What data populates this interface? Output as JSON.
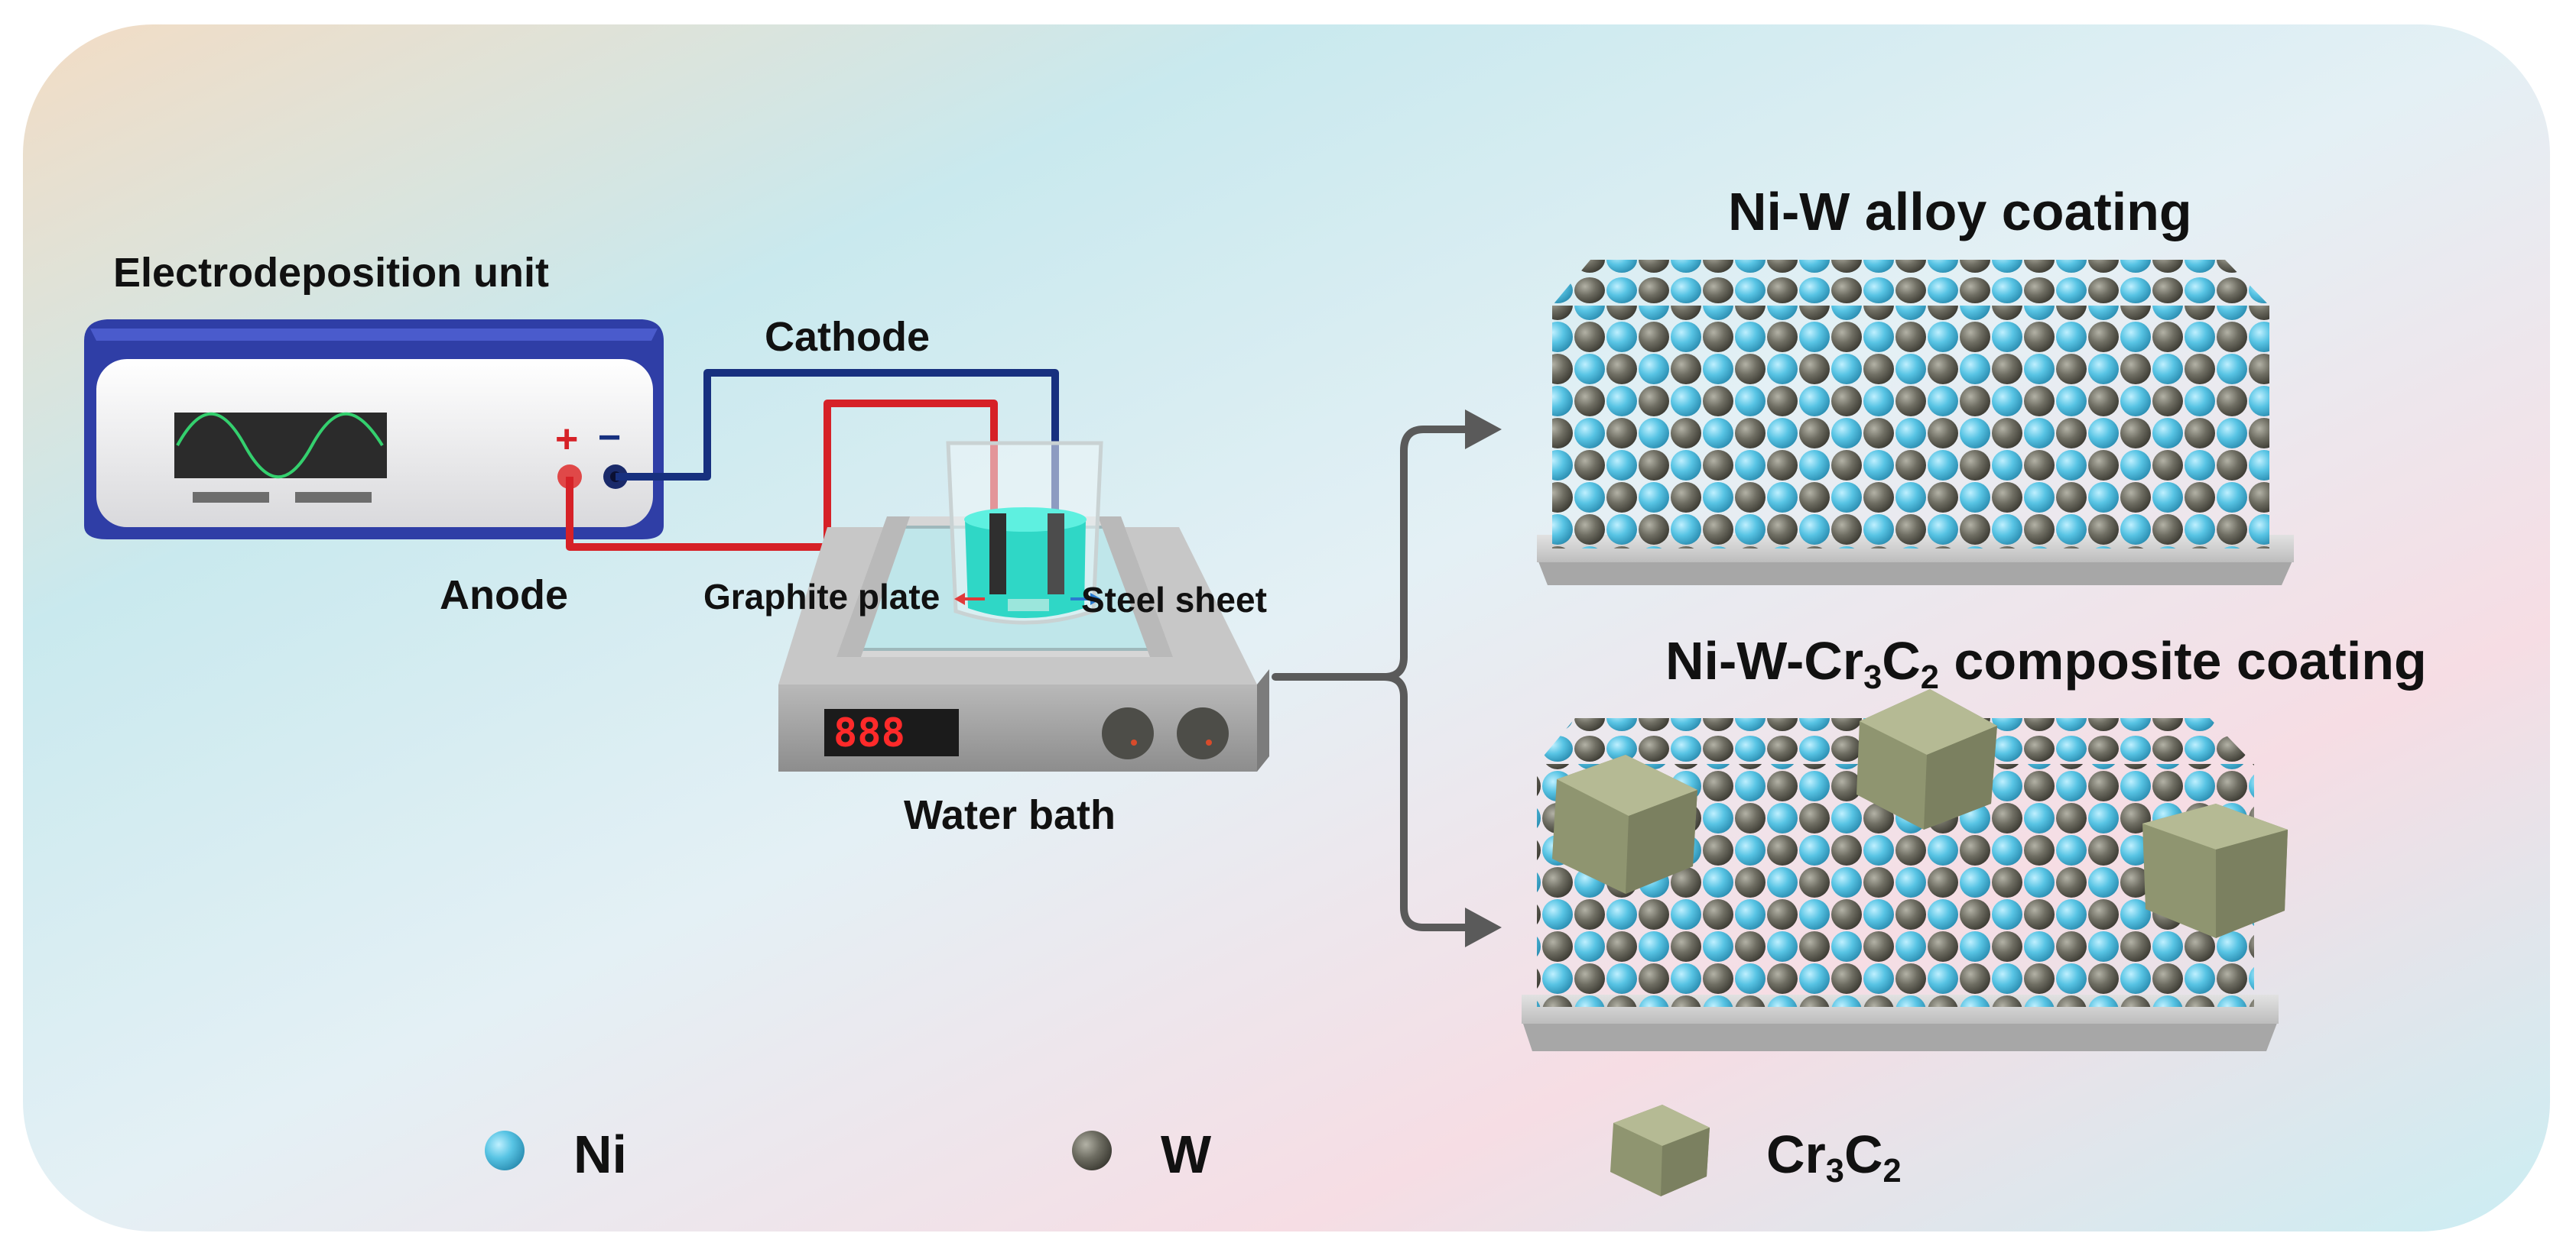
{
  "labels": {
    "unit": "Electrodeposition unit",
    "cathode": "Cathode",
    "anode": "Anode",
    "graphite": "Graphite plate",
    "steel": "Steel sheet",
    "water_bath": "Water bath",
    "niw_title": "Ni-W alloy coating",
    "composite_prefix": "Ni-W-Cr",
    "composite_sub1": "3",
    "composite_mid": "C",
    "composite_sub2": "2",
    "composite_suffix": " composite coating",
    "plus": "+",
    "minus": "−",
    "display_digits": "888"
  },
  "legend": {
    "ni": "Ni",
    "w": "W",
    "cr_prefix": "Cr",
    "cr_sub1": "3",
    "cr_mid": "C",
    "cr_sub2": "2"
  },
  "colors": {
    "ni": "#58c4e4",
    "w": "#6f6e63",
    "carbide": "#9aa07a",
    "anode_wire": "#d62127",
    "cathode_wire": "#17307f",
    "device_frame": "#2f3ea6",
    "electrolyte": "#2fd7c6"
  },
  "icons": {
    "ni": "blue-sphere-icon",
    "w": "grey-sphere-icon",
    "cr3c2": "olive-cube-icon",
    "arrow": "flow-arrow-icon"
  }
}
